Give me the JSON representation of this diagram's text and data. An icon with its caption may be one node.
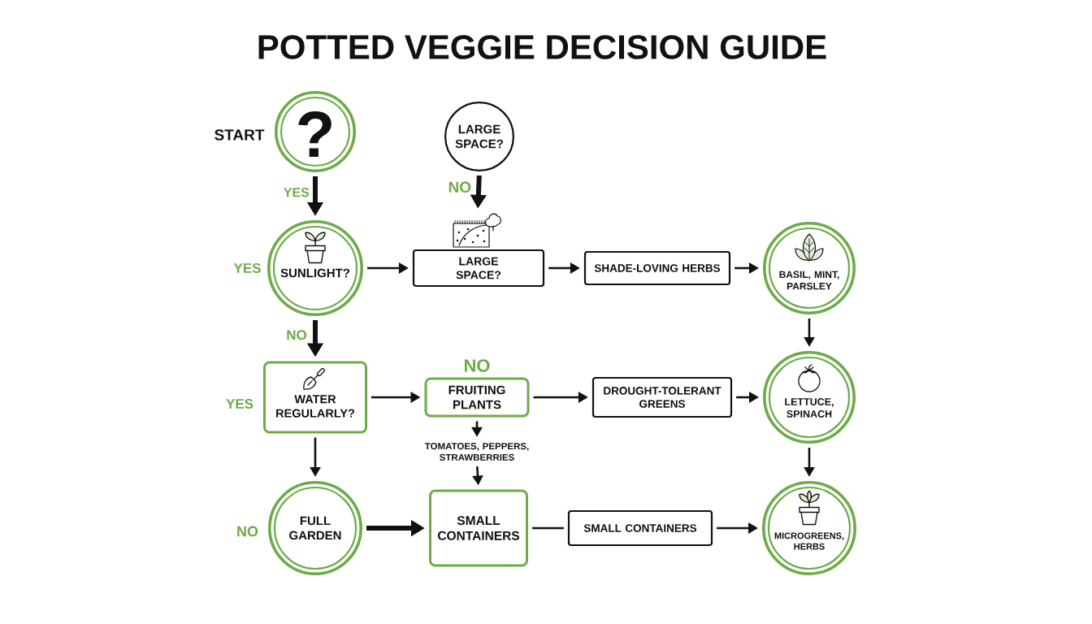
{
  "diagram": {
    "title": "POTTED VEGGIE DECISION GUIDE",
    "nodes": [
      {
        "text": [
          "START",
          "?"
        ]
      },
      {
        "text": [
          "LARGE SPACE?"
        ]
      },
      {
        "text": [],
        "shape": "picture"
      },
      {
        "text": [
          "SUNLIGHT?"
        ],
        "beside": [
          "YES"
        ]
      },
      {
        "text": [
          "LARGE SPACE?"
        ]
      },
      {
        "text": [
          "SHADE-LOVING HERBS"
        ]
      },
      {
        "text": [
          "BASIL, MINT, PARSLEY"
        ]
      },
      {
        "text": [
          "WATER REGULARLY?"
        ],
        "beside": [
          "YES"
        ]
      },
      {
        "text": [
          "FRUITING PLANTS"
        ],
        "beside": [
          "NO"
        ]
      },
      {
        "text": [
          "DROUGHT-TOLERANT GREENS"
        ]
      },
      {
        "text": [
          "LETTUCE, SPINACH"
        ]
      },
      {
        "text": [
          "TOMATOES, PEPPERS, STRAWBERRIES"
        ]
      },
      {
        "text": [
          "FULL GARDEN"
        ],
        "beside": [
          "NO"
        ]
      },
      {
        "text": [
          "SMALL CONTAINERS"
        ]
      },
      {
        "text": [
          "SMALL CONTAINERS"
        ]
      },
      {
        "text": [
          "MICROGREENS, HERBS"
        ]
      }
    ],
    "edges": [
      {
        "from": 0,
        "to": 3,
        "arrow": "to",
        "label": "YES",
        "style": "thick"
      },
      {
        "from": 1,
        "to": 2,
        "arrow": "to",
        "label": "NO",
        "style": "thick"
      },
      {
        "from": 3,
        "to": 4,
        "arrow": "to"
      },
      {
        "from": 4,
        "to": 5,
        "arrow": "to"
      },
      {
        "from": 5,
        "to": 6,
        "arrow": "to"
      },
      {
        "from": 3,
        "to": 7,
        "arrow": "to",
        "label": "NO",
        "style": "thick"
      },
      {
        "from": 7,
        "to": 8,
        "arrow": "to"
      },
      {
        "from": 8,
        "to": 9,
        "arrow": "to"
      },
      {
        "from": 9,
        "to": 10,
        "arrow": "to"
      },
      {
        "from": 6,
        "to": 10,
        "arrow": "to"
      },
      {
        "from": 8,
        "to": 11,
        "arrow": "to"
      },
      {
        "from": 11,
        "to": 13,
        "arrow": "to"
      },
      {
        "from": 7,
        "to": 12,
        "arrow": "to"
      },
      {
        "from": 12,
        "to": 13,
        "arrow": "to",
        "style": "thick"
      },
      {
        "from": 13,
        "to": 14,
        "arrow": "none"
      },
      {
        "from": 14,
        "to": 15,
        "arrow": "to"
      },
      {
        "from": 10,
        "to": 15,
        "arrow": "to"
      }
    ]
  }
}
